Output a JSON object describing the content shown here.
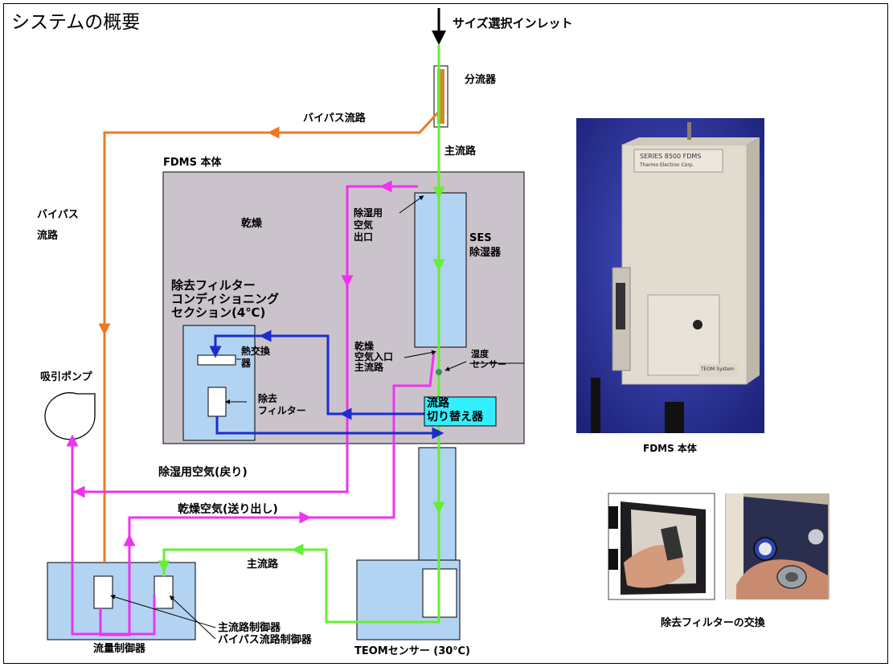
{
  "title": "システムの概要",
  "labels": {
    "inlet": "サイズ選択インレット",
    "splitter": "分流器",
    "bypass_path_top": "バイパス流路",
    "main_path_top": "主流路",
    "fdms_body": "FDMS 本体",
    "bypass_left": "バイパス\n流路",
    "drying": "乾燥",
    "dehumid_air_outlet": "除湿用\n空気\n出口",
    "ses_dehumidifier": "SES\n除湿器",
    "filter_conditioning": "除去フィルター\nコンディショニング\nセクション(4℃)",
    "heat_exchanger": "熱交換\n器",
    "removal_filter": "除去\nフィルター",
    "dry_air_inlet_main": "乾燥\n空気入口\n主流路",
    "humidity_sensor": "湿度\nセンサー",
    "path_switcher": "流路\n切り替え器",
    "suction_pump": "吸引ポンプ",
    "dehumid_air_return": "除湿用空気(戻り)",
    "dry_air_send": "乾燥空気(送り出し)",
    "main_path_bottom": "主流路",
    "main_path_controller": "主流路制御器",
    "bypass_path_controller": "バイパス流路制御器",
    "flow_controller": "流量制御器",
    "teom_sensor": "TEOMセンサー (30℃)",
    "fdms_photo_caption": "FDMS 本体",
    "filter_replace_caption": "除去フィルターの交換"
  },
  "photo": {
    "unit_brand": "SERIES 8500 FDMS",
    "unit_sub": "Thermo Electron Corp.",
    "unit_badge": "TEOM System"
  },
  "colors": {
    "bypass": "#f07820",
    "main": "#66ee33",
    "dehumid": "#ee33ee",
    "cooling": "#1a2ecc",
    "box_grey": "#cbc3cb",
    "component_blue": "#b3d3f3",
    "switcher": "#33eeff"
  }
}
